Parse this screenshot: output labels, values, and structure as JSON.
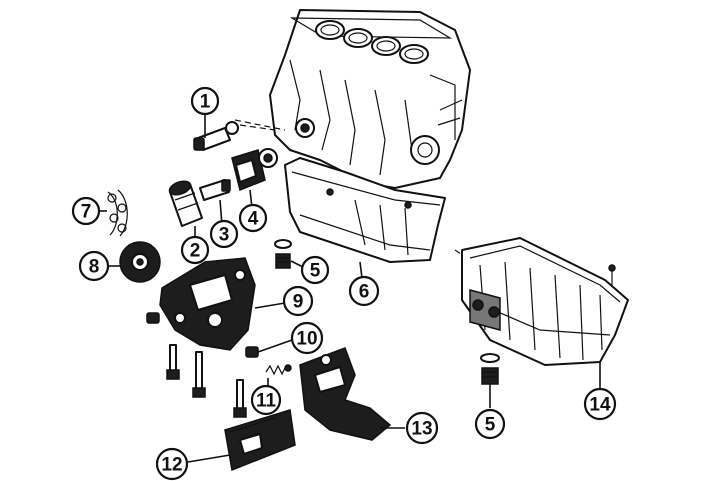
{
  "callouts": [
    {
      "id": "c1",
      "label": "1"
    },
    {
      "id": "c2",
      "label": "2"
    },
    {
      "id": "c3",
      "label": "3"
    },
    {
      "id": "c4",
      "label": "4"
    },
    {
      "id": "c5a",
      "label": "5"
    },
    {
      "id": "c6",
      "label": "6"
    },
    {
      "id": "c7",
      "label": "7"
    },
    {
      "id": "c8",
      "label": "8"
    },
    {
      "id": "c9",
      "label": "9"
    },
    {
      "id": "c10",
      "label": "10"
    },
    {
      "id": "c11",
      "label": "11"
    },
    {
      "id": "c12",
      "label": "12"
    },
    {
      "id": "c13",
      "label": "13"
    },
    {
      "id": "c5b",
      "label": "5"
    },
    {
      "id": "c14",
      "label": "14"
    }
  ]
}
